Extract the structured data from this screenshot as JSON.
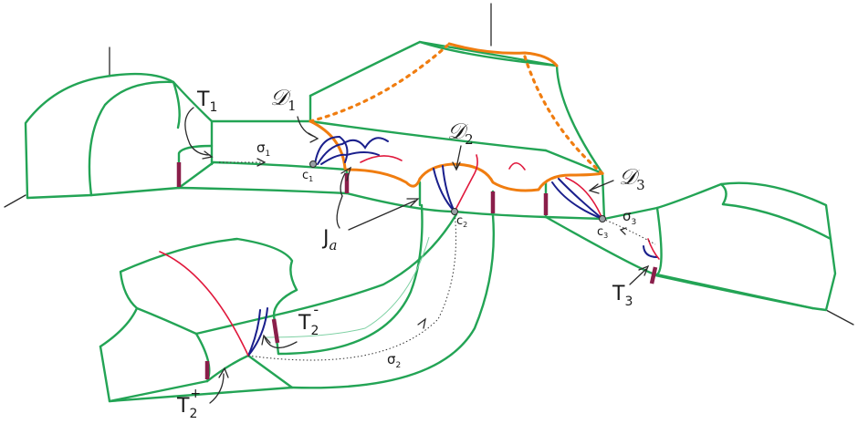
{
  "labels": {
    "T1": "T",
    "T1_sub": "1",
    "T2m": "T",
    "T2m_sub": "2",
    "T2m_sup": "-",
    "T2p": "T",
    "T2p_sub": "2",
    "T2p_sup": "+",
    "T3": "T",
    "T3_sub": "3",
    "D1": "𝒟",
    "D1_sub": "1",
    "D2": "𝒟",
    "D2_sub": "2",
    "D3": "𝒟",
    "D3_sub": "3",
    "Ja": "J",
    "Ja_sub": "a",
    "c1": "c",
    "c1_sub": "1",
    "c2": "c",
    "c2_sub": "2",
    "c3": "c",
    "c3_sub": "3",
    "sigma1": "σ",
    "sigma1_sub": "1",
    "sigma2": "σ",
    "sigma2_sub": "2",
    "sigma3": "σ",
    "sigma3_sub": "3"
  },
  "colors": {
    "surface": "#23a455",
    "boundary": "#f07d10",
    "curve_blue": "#1a1f8c",
    "curve_red": "#e0183c",
    "arc": "#8a1e4a"
  }
}
